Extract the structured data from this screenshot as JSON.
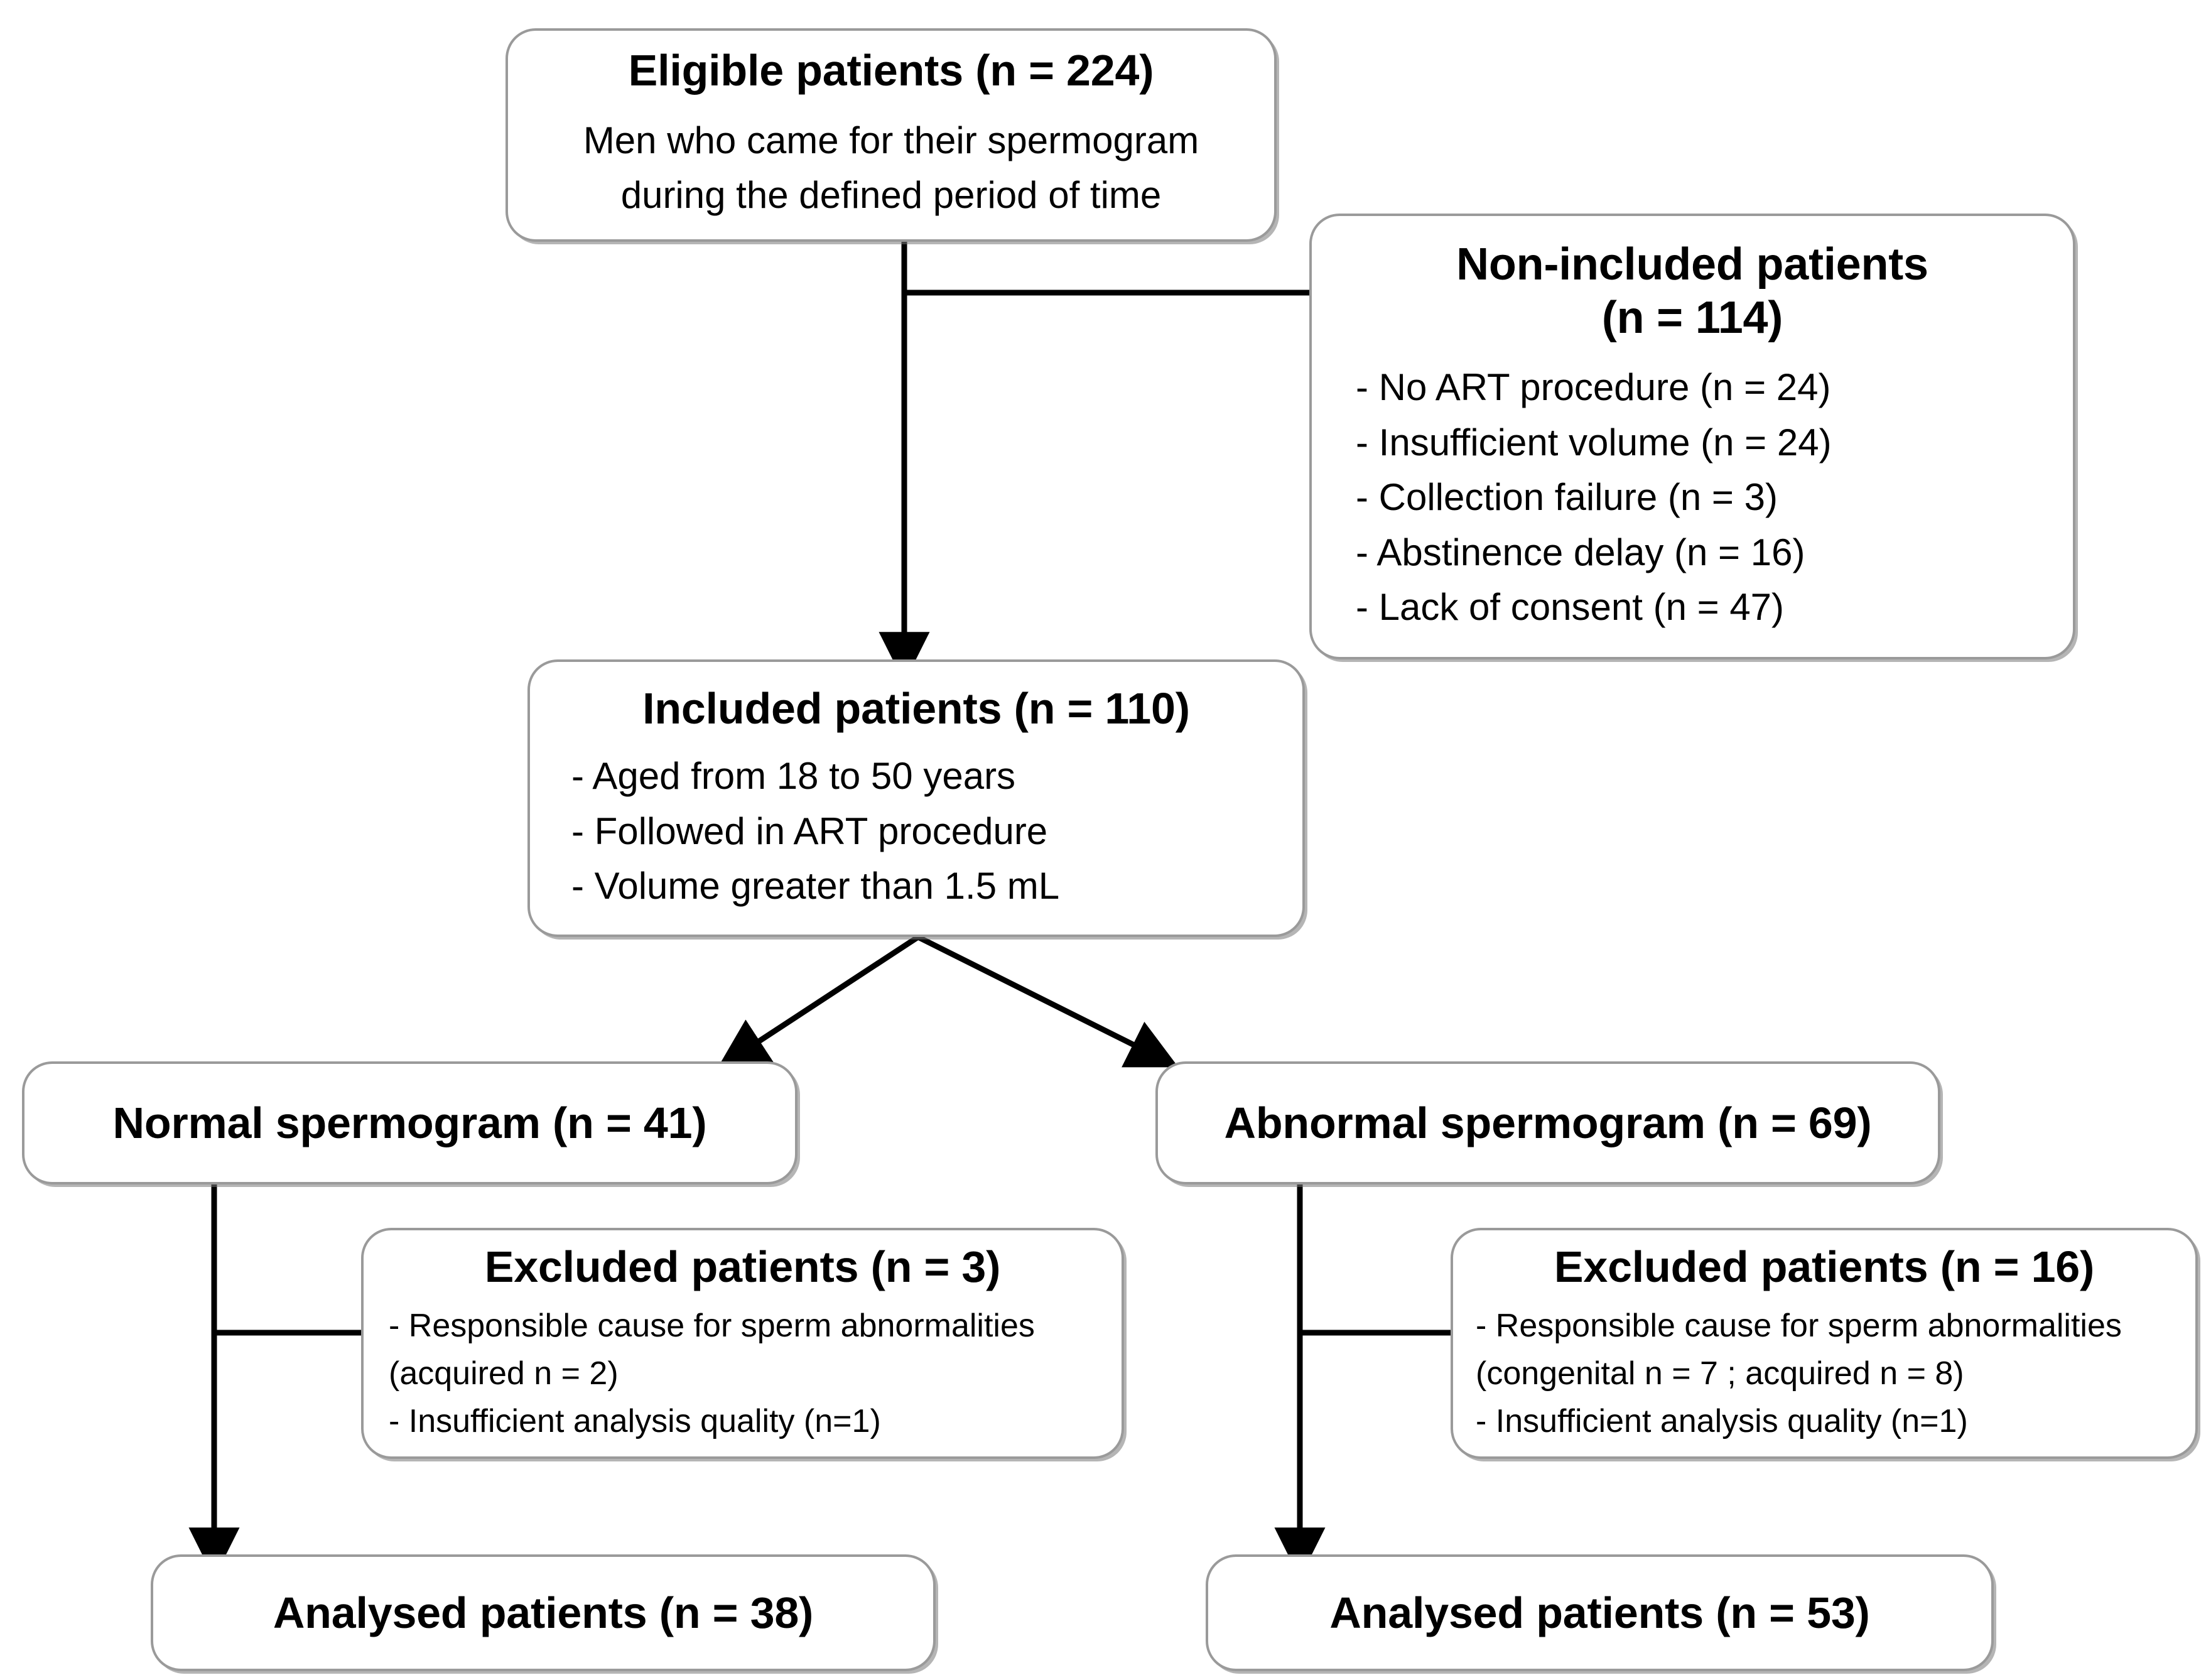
{
  "diagram": {
    "type": "patient-flow-chart",
    "boxes": {
      "eligible": {
        "title": "Eligible patients (n = 224)",
        "lines": [
          "Men who came for their spermogram",
          "during the defined period of time"
        ]
      },
      "non_included": {
        "title_line1": "Non-included patients",
        "title_line2": "(n = 114)",
        "lines": [
          "- No ART procedure (n = 24)",
          "- Insufficient volume (n = 24)",
          "- Collection failure (n = 3)",
          "- Abstinence delay (n = 16)",
          "- Lack of consent (n = 47)"
        ]
      },
      "included": {
        "title": "Included patients (n = 110)",
        "lines": [
          "- Aged from 18 to 50 years",
          "- Followed in ART procedure",
          "- Volume greater than   1.5 mL"
        ]
      },
      "normal_spermogram": {
        "title": "Normal spermogram (n = 41)"
      },
      "abnormal_spermogram": {
        "title": "Abnormal spermogram (n = 69)"
      },
      "excluded_left": {
        "title": "Excluded patients (n = 3)",
        "lines": [
          "- Responsible cause for sperm abnormalities",
          "(acquired n = 2)",
          "- Insufficient analysis quality (n=1)"
        ]
      },
      "excluded_right": {
        "title": "Excluded patients (n = 16)",
        "lines": [
          "- Responsible cause for sperm abnormalities",
          "(congenital n = 7 ; acquired n = 8)",
          "- Insufficient analysis quality (n=1)"
        ]
      },
      "analysed_left": {
        "title": "Analysed patients (n = 38)"
      },
      "analysed_right": {
        "title": "Analysed patients (n = 53)"
      }
    },
    "colors": {
      "box_border": "#9a9a9a",
      "connector": "#000000",
      "text": "#000000",
      "background": "#ffffff"
    }
  }
}
